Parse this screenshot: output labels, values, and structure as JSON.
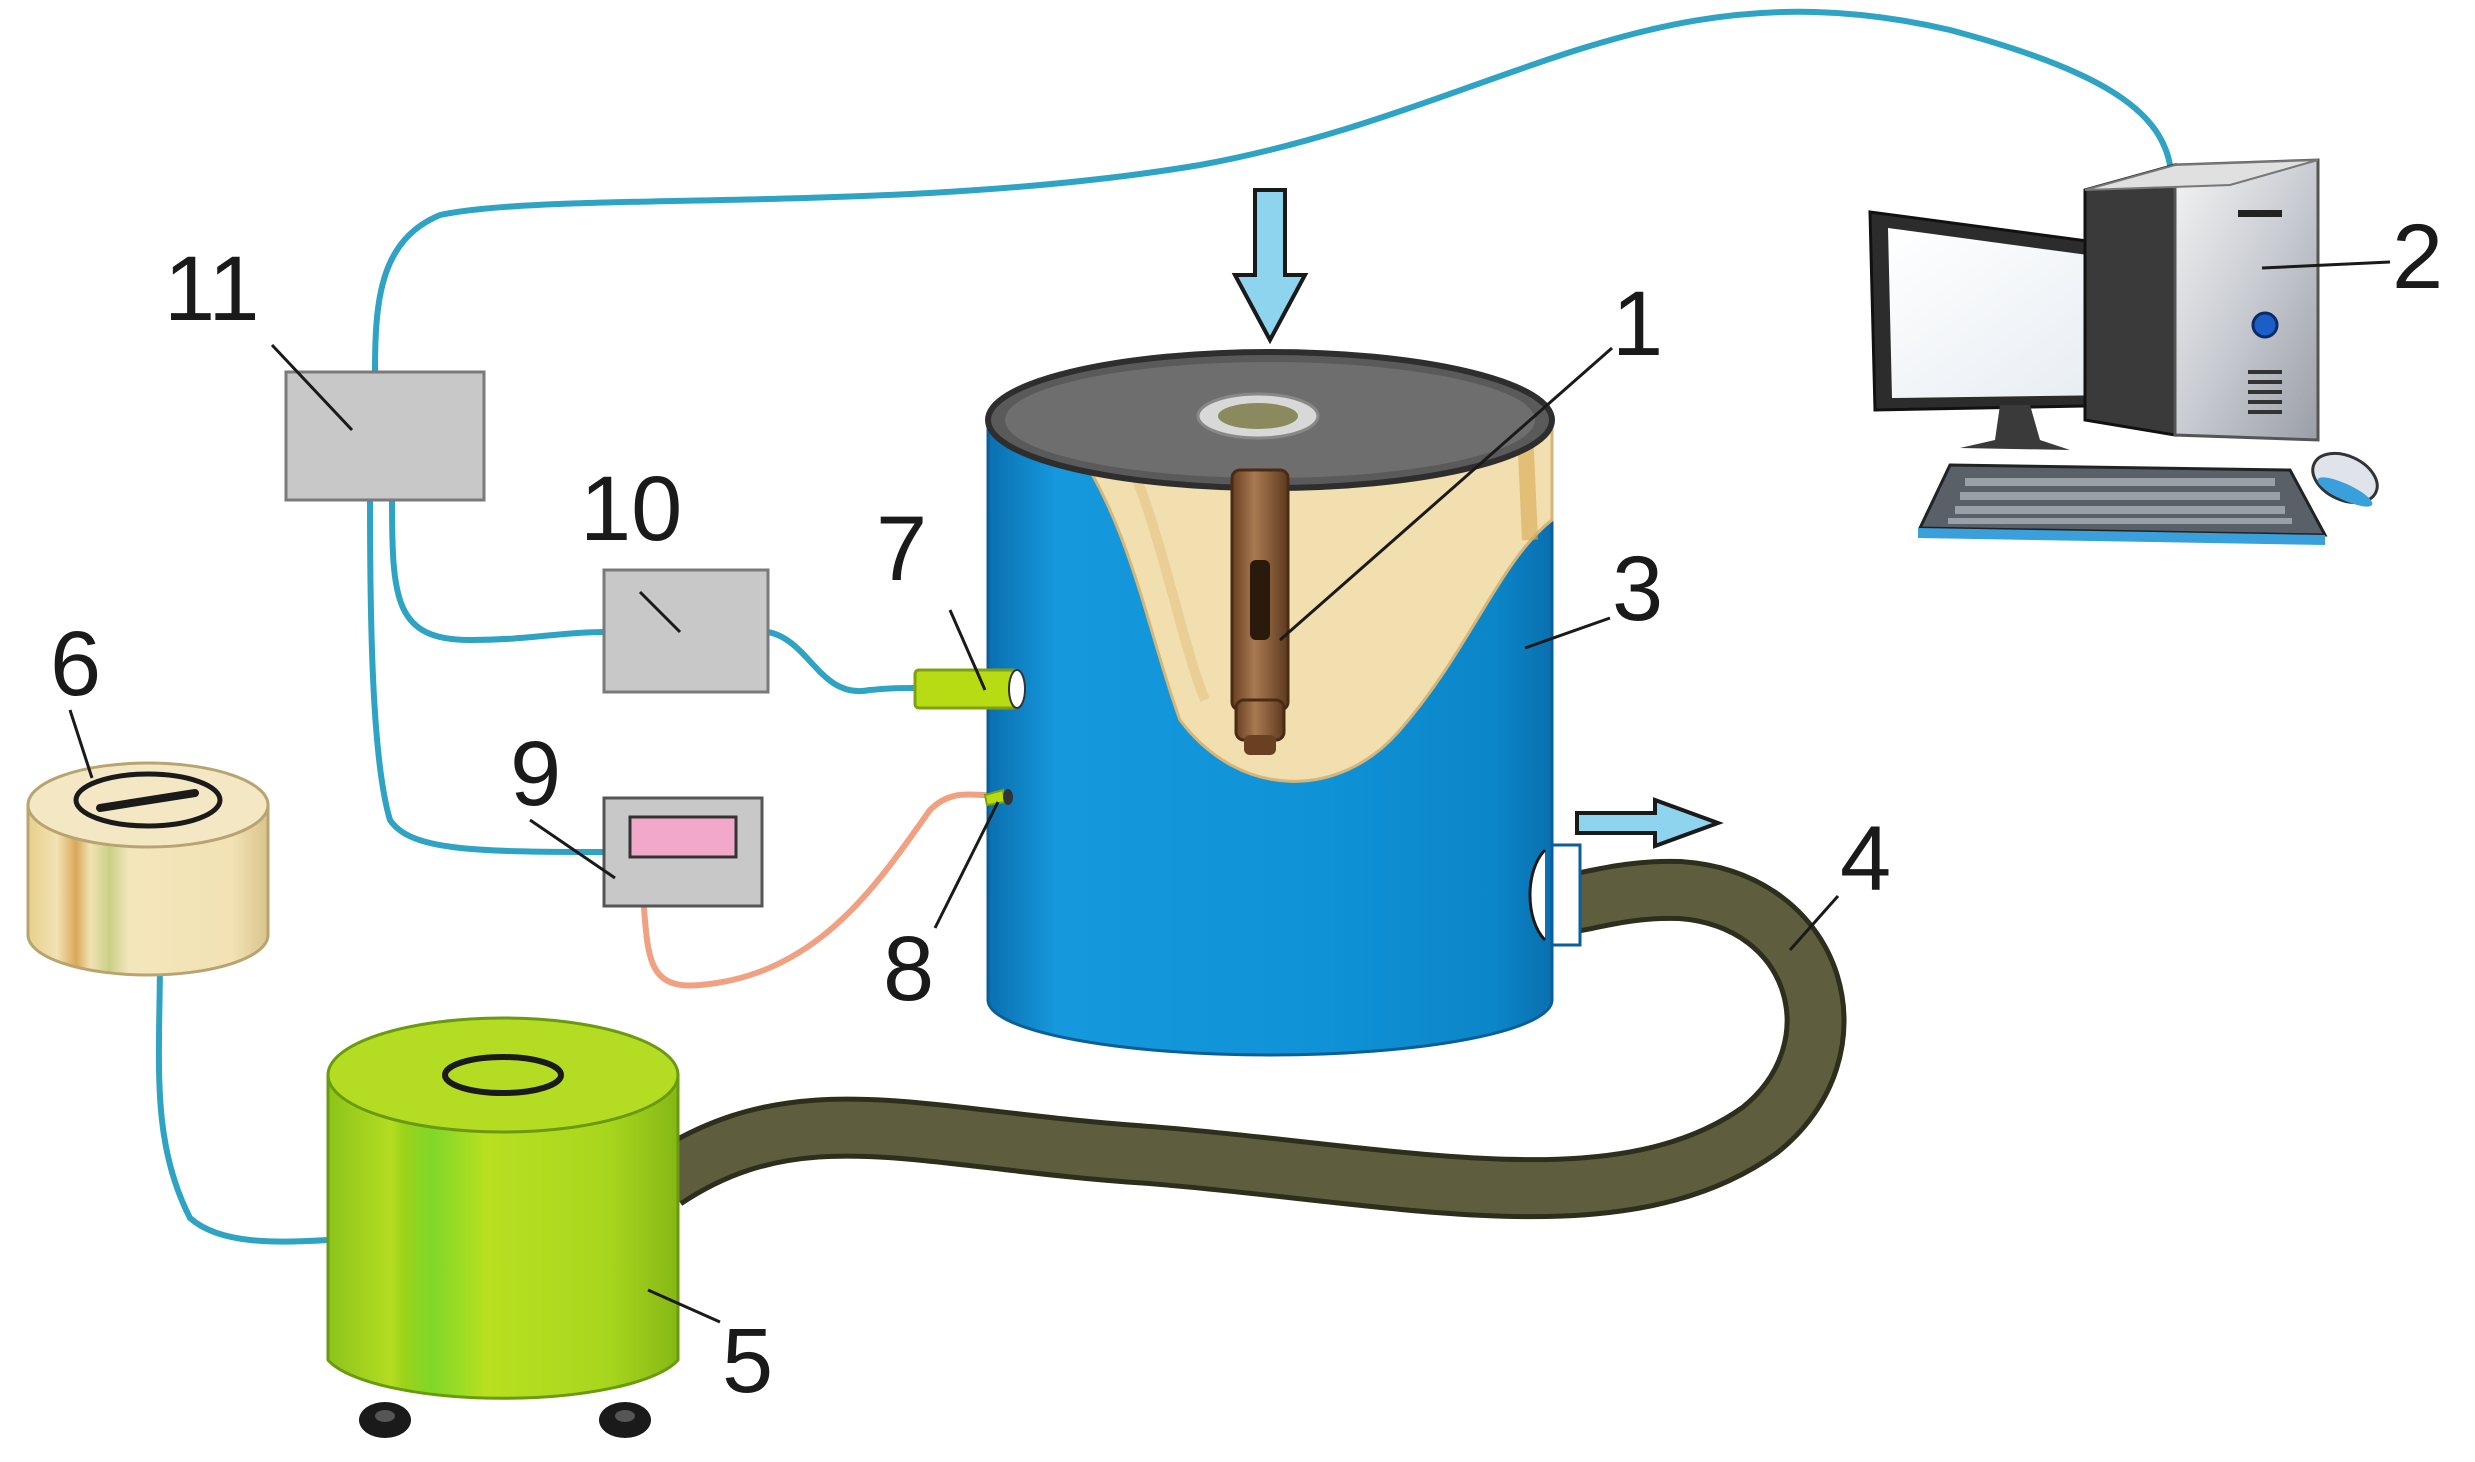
{
  "labels": {
    "l1": "1",
    "l2": "2",
    "l3": "3",
    "l4": "4",
    "l5": "5",
    "l6": "6",
    "l7": "7",
    "l8": "8",
    "l9": "9",
    "l10": "10",
    "l11": "11"
  },
  "colors": {
    "signal_cable": "#2fa3c4",
    "thermo_cable": "#f0a182",
    "tank_blue": "#0f92d6",
    "tank_blue_dark": "#0a6fb0",
    "tank_interior": "#f1dfb0",
    "lid": "#4a4a4a",
    "hose": "#5e5e3e",
    "pump_green": "#a8d61e",
    "reservoir": "#f2e2b4",
    "box_grey": "#c8c8c8",
    "display_pink": "#f2a8c8",
    "arrow_blue": "#8fd4ee",
    "tool_copper": "#8a5a34"
  },
  "icons": {
    "flow_in": "arrow-down-icon",
    "flow_out": "arrow-right-icon",
    "computer": "desktop-computer-icon"
  }
}
